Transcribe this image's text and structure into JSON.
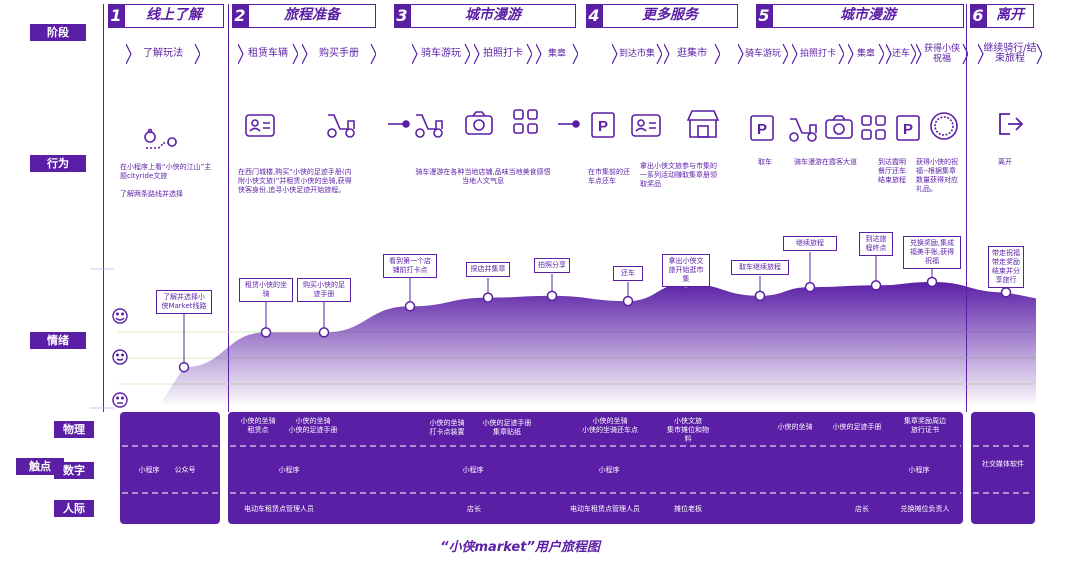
{
  "rows": {
    "stage": "阶段",
    "behavior": "行为",
    "emotion": "情绪",
    "touchpoint": "触点",
    "physical": "物理",
    "digital": "数字",
    "human": "人际"
  },
  "stages": [
    {
      "num": "1",
      "name": "线上了解"
    },
    {
      "num": "2",
      "name": "旅程准备"
    },
    {
      "num": "3",
      "name": "城市漫游"
    },
    {
      "num": "4",
      "name": "更多服务"
    },
    {
      "num": "5",
      "name": "城市漫游"
    },
    {
      "num": "6",
      "name": "离开"
    }
  ],
  "steps": [
    "了解玩法",
    "租赁车辆",
    "购买手册",
    "骑车游玩",
    "拍照打卡",
    "集章",
    "到达市集",
    "逛集市",
    "骑车游玩",
    "拍照打卡",
    "集章",
    "还车",
    "获得小侠祝福",
    "继续骑行/结束旅程"
  ],
  "behaviors": [
    "在小程序上看“小侠的江山”主题cityride文旅",
    "了解两条路线并选择",
    "在西门城楼,购买“小侠的足迹手册(内附小侠文旅)”并租赁小侠的坐骑,获得侠客身份,追寻小侠足迹开始旅程。",
    "骑车漫游在各种当地店铺,品味当地美食感悟当地人文气息",
    "在市集前的还车点还车",
    "拿出小侠文旅参与市集的一系列活动赚取集章册领取奖品",
    "取车",
    "骑车漫游在霞客大道",
    "到达霞明餐厅还车结束旅程",
    "获得小侠的祝福--根据集章数量获得对应礼品。",
    "离开"
  ],
  "emotions": [
    "了解并选择小侠Market线路",
    "租赁小侠的坐骑",
    "购买小侠的足迹手册",
    "看到第一个店铺前打卡点",
    "探店并集章",
    "拍照分享",
    "还车",
    "拿出小侠文旅开始逛市集",
    "取车继续旅程",
    "继续旅程",
    "到达旅程终点",
    "兑换奖励,集成福美手账,获得祝福",
    "带走祝福带走奖励结束并分享旅行"
  ],
  "touch": {
    "physical": [
      "小侠的坐骑",
      "租赁点",
      "小侠的坐骑",
      "小侠的足迹手册",
      "小侠的坐骑",
      "打卡点装置",
      "小侠的足迹手册",
      "集章贴纸",
      "小侠的坐骑",
      "小侠的坐骑还车点",
      "小侠文旅",
      "集市摊位和物料",
      "小侠的坐骑",
      "小侠的足迹手册",
      "集章奖励周边",
      "旅行证书"
    ],
    "digital": [
      "小程序",
      "公众号",
      "小程序",
      "小程序",
      "小程序",
      "小程序",
      "社交媒体软件"
    ],
    "human": [
      "电动车租赁点管理人员",
      "店长",
      "电动车租赁点管理人员",
      "摊位老板",
      "店长",
      "兑换摊位负责人"
    ]
  },
  "caption": "“小侠market”用户旅程图",
  "chart_data": {
    "type": "area",
    "title": "",
    "xlabel": "",
    "ylabel": "",
    "ylim": [
      0,
      100
    ],
    "categories": [
      "了解并选择小侠Market线路",
      "租赁小侠的坐骑",
      "购买小侠的足迹手册",
      "看到第一个店铺前打卡点",
      "探店并集章",
      "拍照分享",
      "还车",
      "拿出小侠文旅开始逛市集",
      "取车继续旅程",
      "继续旅程",
      "到达旅程终点",
      "兑换奖励",
      "带走祝福结束并分享"
    ],
    "values": [
      20,
      40,
      40,
      55,
      60,
      61,
      58,
      68,
      61,
      66,
      67,
      69,
      63
    ]
  },
  "colors": {
    "accent": "#5b1fa6",
    "light": "#c9a6ee"
  }
}
